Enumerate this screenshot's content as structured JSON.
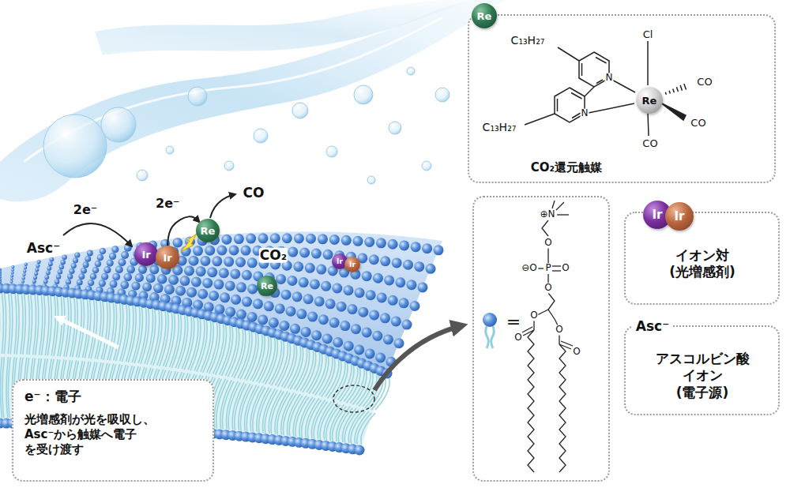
{
  "diagram": {
    "nodes": [
      {
        "text": [
          "CO₂還元触媒"
        ]
      },
      {
        "text": [
          "Re"
        ],
        "in": 0
      },
      {
        "text": [
          "Re"
        ]
      },
      {
        "text": [
          "="
        ]
      },
      {
        "text": [
          "イオン対 (光増感剤)"
        ]
      },
      {
        "text": [
          "Ir"
        ]
      },
      {
        "text": [
          "Ir"
        ]
      },
      {
        "text": [
          "Asc⁻",
          "アスコルビン酸 イオン (電子源)"
        ]
      },
      {
        "text": [
          "e⁻：電子",
          "光増感剤が光を吸収し、 Asc⁻から触媒へ電子 を受け渡す"
        ]
      },
      {
        "text": [
          "Ir"
        ]
      },
      {
        "text": [
          "Ir"
        ]
      },
      {
        "text": [
          "Re"
        ]
      },
      {
        "text": [
          "Ir"
        ]
      },
      {
        "text": [
          "Ir"
        ]
      },
      {
        "text": [
          "Re"
        ]
      }
    ],
    "edges": [
      {
        "from": 10,
        "to": 11,
        "arrow": "to",
        "label": "2e⁻"
      }
    ],
    "labels": [
      "Asc⁻",
      "2e⁻",
      "CO",
      "CO₂",
      "C₁₃H₂₇",
      "C₁₃H₂₇",
      "N",
      "N",
      "Cl",
      "CO",
      "CO",
      "CO",
      "⊕N",
      "O",
      "⊖O",
      "P",
      "O",
      "O",
      "O",
      "O",
      "O",
      "O"
    ]
  }
}
